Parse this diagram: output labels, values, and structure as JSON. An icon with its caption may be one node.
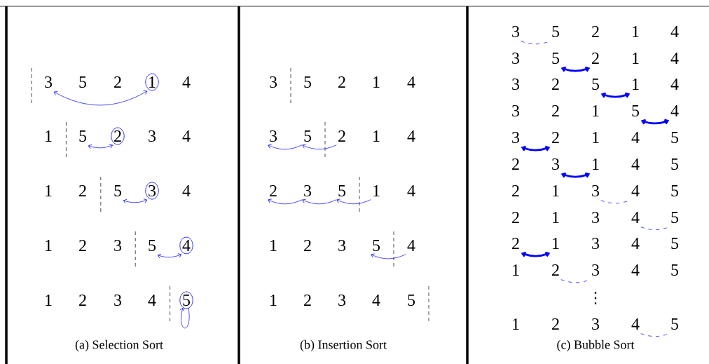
{
  "diagram": {
    "nodes": [
      {
        "text": [
          "3"
        ]
      },
      {
        "text": [
          "5"
        ]
      },
      {
        "text": [
          "2"
        ]
      },
      {
        "text": [
          "1"
        ]
      },
      {
        "text": [
          "4"
        ]
      },
      {
        "text": [
          "1"
        ]
      },
      {
        "text": [
          "5"
        ]
      },
      {
        "text": [
          "2"
        ]
      },
      {
        "text": [
          "3"
        ]
      },
      {
        "text": [
          "4"
        ]
      },
      {
        "text": [
          "1"
        ]
      },
      {
        "text": [
          "2"
        ]
      },
      {
        "text": [
          "5"
        ]
      },
      {
        "text": [
          "3"
        ]
      },
      {
        "text": [
          "4"
        ]
      },
      {
        "text": [
          "1"
        ]
      },
      {
        "text": [
          "2"
        ]
      },
      {
        "text": [
          "3"
        ]
      },
      {
        "text": [
          "5"
        ]
      },
      {
        "text": [
          "4"
        ]
      },
      {
        "text": [
          "1"
        ]
      },
      {
        "text": [
          "2"
        ]
      },
      {
        "text": [
          "3"
        ]
      },
      {
        "text": [
          "4"
        ]
      },
      {
        "text": [
          "5"
        ]
      },
      {
        "text": [
          "3"
        ]
      },
      {
        "text": [
          "5"
        ]
      },
      {
        "text": [
          "2"
        ]
      },
      {
        "text": [
          "1"
        ]
      },
      {
        "text": [
          "4"
        ]
      },
      {
        "text": [
          "3"
        ]
      },
      {
        "text": [
          "5"
        ]
      },
      {
        "text": [
          "2"
        ]
      },
      {
        "text": [
          "1"
        ]
      },
      {
        "text": [
          "4"
        ]
      },
      {
        "text": [
          "2"
        ]
      },
      {
        "text": [
          "3"
        ]
      },
      {
        "text": [
          "5"
        ]
      },
      {
        "text": [
          "1"
        ]
      },
      {
        "text": [
          "4"
        ]
      },
      {
        "text": [
          "1"
        ]
      },
      {
        "text": [
          "2"
        ]
      },
      {
        "text": [
          "3"
        ]
      },
      {
        "text": [
          "5"
        ]
      },
      {
        "text": [
          "4"
        ]
      },
      {
        "text": [
          "1"
        ]
      },
      {
        "text": [
          "2"
        ]
      },
      {
        "text": [
          "3"
        ]
      },
      {
        "text": [
          "4"
        ]
      },
      {
        "text": [
          "5"
        ]
      },
      {
        "text": [
          "3"
        ]
      },
      {
        "text": [
          "5"
        ]
      },
      {
        "text": [
          "2"
        ]
      },
      {
        "text": [
          "1"
        ]
      },
      {
        "text": [
          "4"
        ]
      },
      {
        "text": [
          "3"
        ]
      },
      {
        "text": [
          "5"
        ]
      },
      {
        "text": [
          "2"
        ]
      },
      {
        "text": [
          "1"
        ]
      },
      {
        "text": [
          "4"
        ]
      },
      {
        "text": [
          "3"
        ]
      },
      {
        "text": [
          "2"
        ]
      },
      {
        "text": [
          "5"
        ]
      },
      {
        "text": [
          "1"
        ]
      },
      {
        "text": [
          "4"
        ]
      },
      {
        "text": [
          "3"
        ]
      },
      {
        "text": [
          "2"
        ]
      },
      {
        "text": [
          "1"
        ]
      },
      {
        "text": [
          "5"
        ]
      },
      {
        "text": [
          "4"
        ]
      },
      {
        "text": [
          "3"
        ]
      },
      {
        "text": [
          "2"
        ]
      },
      {
        "text": [
          "1"
        ]
      },
      {
        "text": [
          "4"
        ]
      },
      {
        "text": [
          "5"
        ]
      },
      {
        "text": [
          "2"
        ]
      },
      {
        "text": [
          "3"
        ]
      },
      {
        "text": [
          "1"
        ]
      },
      {
        "text": [
          "4"
        ]
      },
      {
        "text": [
          "5"
        ]
      },
      {
        "text": [
          "2"
        ]
      },
      {
        "text": [
          "1"
        ]
      },
      {
        "text": [
          "3"
        ]
      },
      {
        "text": [
          "4"
        ]
      },
      {
        "text": [
          "5"
        ]
      },
      {
        "text": [
          "2"
        ]
      },
      {
        "text": [
          "1"
        ]
      },
      {
        "text": [
          "3"
        ]
      },
      {
        "text": [
          "4"
        ]
      },
      {
        "text": [
          "5"
        ]
      },
      {
        "text": [
          "2"
        ]
      },
      {
        "text": [
          "1"
        ]
      },
      {
        "text": [
          "3"
        ]
      },
      {
        "text": [
          "4"
        ]
      },
      {
        "text": [
          "5"
        ]
      },
      {
        "text": [
          "1"
        ]
      },
      {
        "text": [
          "2"
        ]
      },
      {
        "text": [
          "3"
        ]
      },
      {
        "text": [
          "4"
        ]
      },
      {
        "text": [
          "5"
        ]
      },
      {
        "text": [
          "1"
        ]
      },
      {
        "text": [
          "2"
        ]
      },
      {
        "text": [
          "3"
        ]
      },
      {
        "text": [
          "4"
        ]
      },
      {
        "text": [
          "5"
        ]
      }
    ],
    "edges": [
      {
        "from": 0,
        "to": 3,
        "arrow": "both"
      },
      {
        "from": 6,
        "to": 7,
        "arrow": "both"
      },
      {
        "from": 12,
        "to": 13,
        "arrow": "both"
      },
      {
        "from": 18,
        "to": 19,
        "arrow": "both"
      },
      {
        "from": 24,
        "to": 24,
        "arrow": "to"
      },
      {
        "from": 31,
        "to": 30,
        "arrow": "to"
      },
      {
        "from": 32,
        "to": 31,
        "arrow": "to"
      },
      {
        "from": 36,
        "to": 35,
        "arrow": "to"
      },
      {
        "from": 37,
        "to": 36,
        "arrow": "to"
      },
      {
        "from": 38,
        "to": 37,
        "arrow": "to"
      },
      {
        "from": 44,
        "to": 43,
        "arrow": "to"
      },
      {
        "from": 50,
        "to": 51,
        "arrow": "none",
        "style": "dashed"
      },
      {
        "from": 56,
        "to": 57,
        "arrow": "both",
        "style": "thick"
      },
      {
        "from": 62,
        "to": 63,
        "arrow": "both",
        "style": "thick"
      },
      {
        "from": 68,
        "to": 69,
        "arrow": "both",
        "style": "thick"
      },
      {
        "from": 70,
        "to": 71,
        "arrow": "both",
        "style": "thick"
      },
      {
        "from": 76,
        "to": 77,
        "arrow": "both",
        "style": "thick"
      },
      {
        "from": 82,
        "to": 83,
        "arrow": "none",
        "style": "dashed"
      },
      {
        "from": 88,
        "to": 89,
        "arrow": "none",
        "style": "dashed"
      },
      {
        "from": 90,
        "to": 91,
        "arrow": "both",
        "style": "thick"
      },
      {
        "from": 96,
        "to": 97,
        "arrow": "none",
        "style": "dashed"
      },
      {
        "from": 103,
        "to": 104,
        "arrow": "none",
        "style": "dashed"
      }
    ],
    "labels": [
      "⋮",
      "(a) Selection Sort",
      "(b) Insertion Sort",
      "(c) Bubble Sort"
    ]
  }
}
